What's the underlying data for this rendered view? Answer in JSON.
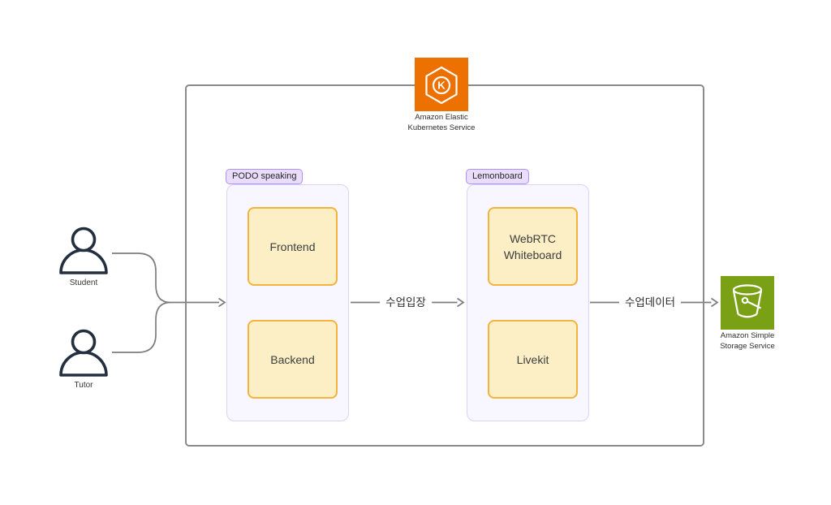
{
  "eks": {
    "monogram": "K",
    "caption_line1": "Amazon Elastic",
    "caption_line2": "Kubernetes Service"
  },
  "s3": {
    "caption_line1": "Amazon Simple",
    "caption_line2": "Storage Service"
  },
  "actors": [
    {
      "label": "Student"
    },
    {
      "label": "Tutor"
    }
  ],
  "groups": [
    {
      "label": "PODO speaking",
      "nodes": [
        {
          "label": "Frontend"
        },
        {
          "label": "Backend"
        }
      ]
    },
    {
      "label": "Lemonboard",
      "nodes": [
        {
          "label": "WebRTC Whiteboard"
        },
        {
          "label": "Livekit"
        }
      ]
    }
  ],
  "arrows": [
    {
      "label": "수업입장"
    },
    {
      "label": "수업데이터"
    }
  ],
  "colors": {
    "aws-orange": "#ED7100",
    "aws-green": "#7AA116",
    "person-navy": "#232F3E",
    "line-gray": "#7D7D7D",
    "border-gray": "#8A8A8A",
    "group-bg": "#F8F6FE",
    "group-border": "#DCD2F8",
    "pill-bg": "#EADCFB",
    "pill-border": "#AE92F1",
    "node-bg": "#FCEFC6",
    "node-border": "#F3B33C",
    "text-dark": "#2E2E2E"
  }
}
